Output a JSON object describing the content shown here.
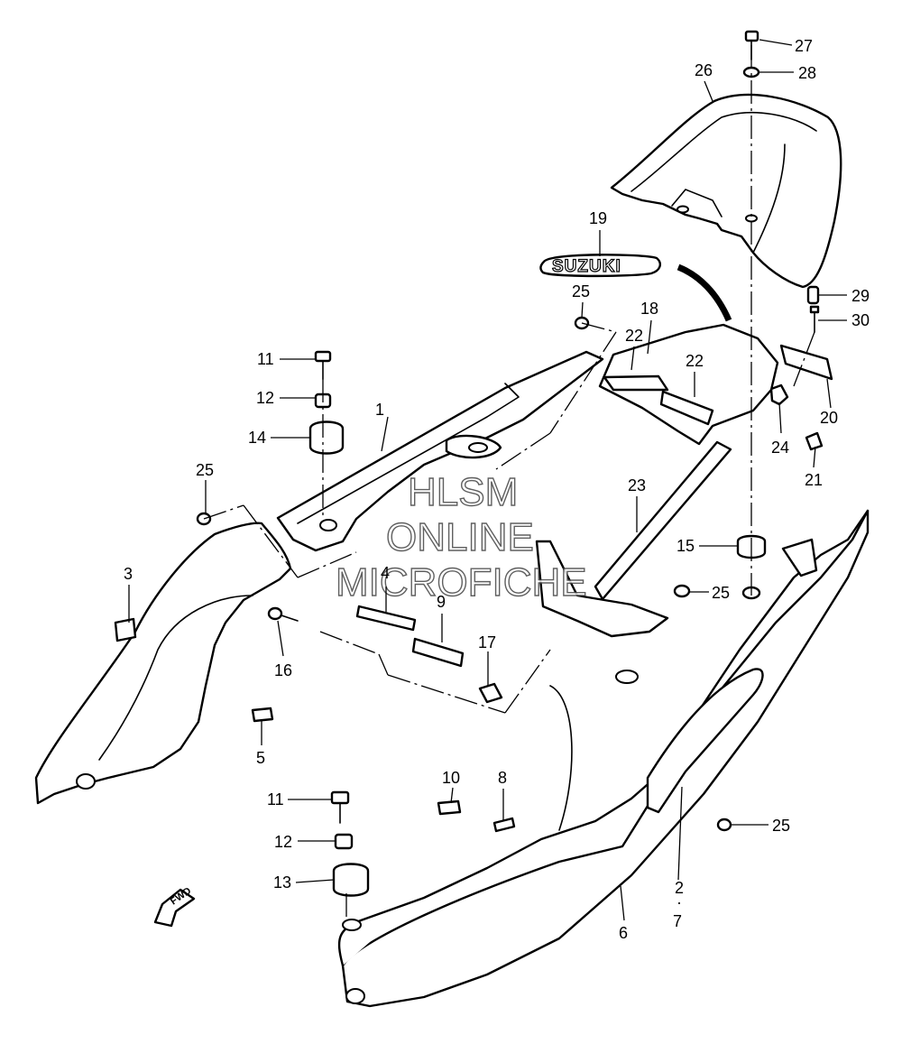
{
  "diagram": {
    "watermark": {
      "line1": "HLSM",
      "line2": "ONLINE",
      "line3": "MICROFICHE"
    },
    "logo_text": "SUZUKI",
    "direction_label": "FWD",
    "callouts": {
      "c1": "1",
      "c2": "2",
      "c2dot": "·",
      "c3": "3",
      "c4": "4",
      "c5": "5",
      "c6": "6",
      "c7": "7",
      "c8": "8",
      "c9": "9",
      "c10": "10",
      "c11a": "11",
      "c11b": "11",
      "c12a": "12",
      "c12b": "12",
      "c13": "13",
      "c14": "14",
      "c15": "15",
      "c16": "16",
      "c17": "17",
      "c18": "18",
      "c19": "19",
      "c20": "20",
      "c21": "21",
      "c22a": "22",
      "c22b": "22",
      "c23": "23",
      "c24": "24",
      "c25a": "25",
      "c25b": "25",
      "c25c": "25",
      "c25d": "25",
      "c26": "26",
      "c27": "27",
      "c28": "28",
      "c29": "29",
      "c30": "30"
    }
  }
}
